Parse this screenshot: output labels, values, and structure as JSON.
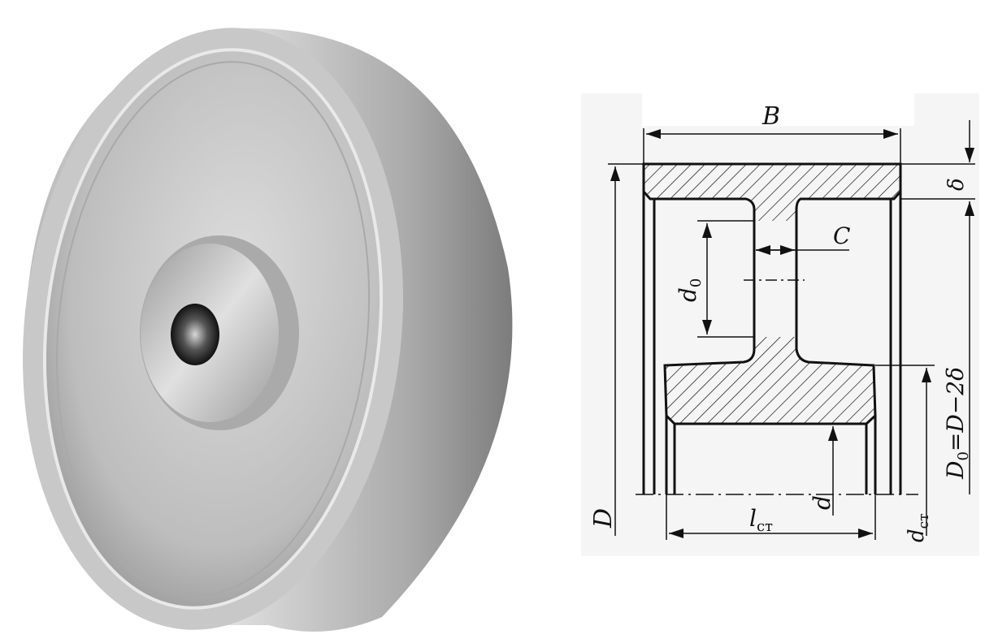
{
  "render": {
    "subject": "pulley-wheel"
  },
  "drawing": {
    "labels": {
      "width": "B",
      "rim_thickness": "δ",
      "web_thickness": "C",
      "hole_diameter_main": "d",
      "hole_diameter_sub": "0",
      "outer_diameter": "D",
      "bore_diameter": "d",
      "hub_length_main": "l",
      "hub_length_sub": "ст",
      "hub_diameter_main": "d",
      "hub_diameter_sub": "ст",
      "inner_rim_formula_main": "D",
      "inner_rim_formula_sub": "0",
      "inner_rim_formula_rest": "=D−2δ"
    }
  }
}
